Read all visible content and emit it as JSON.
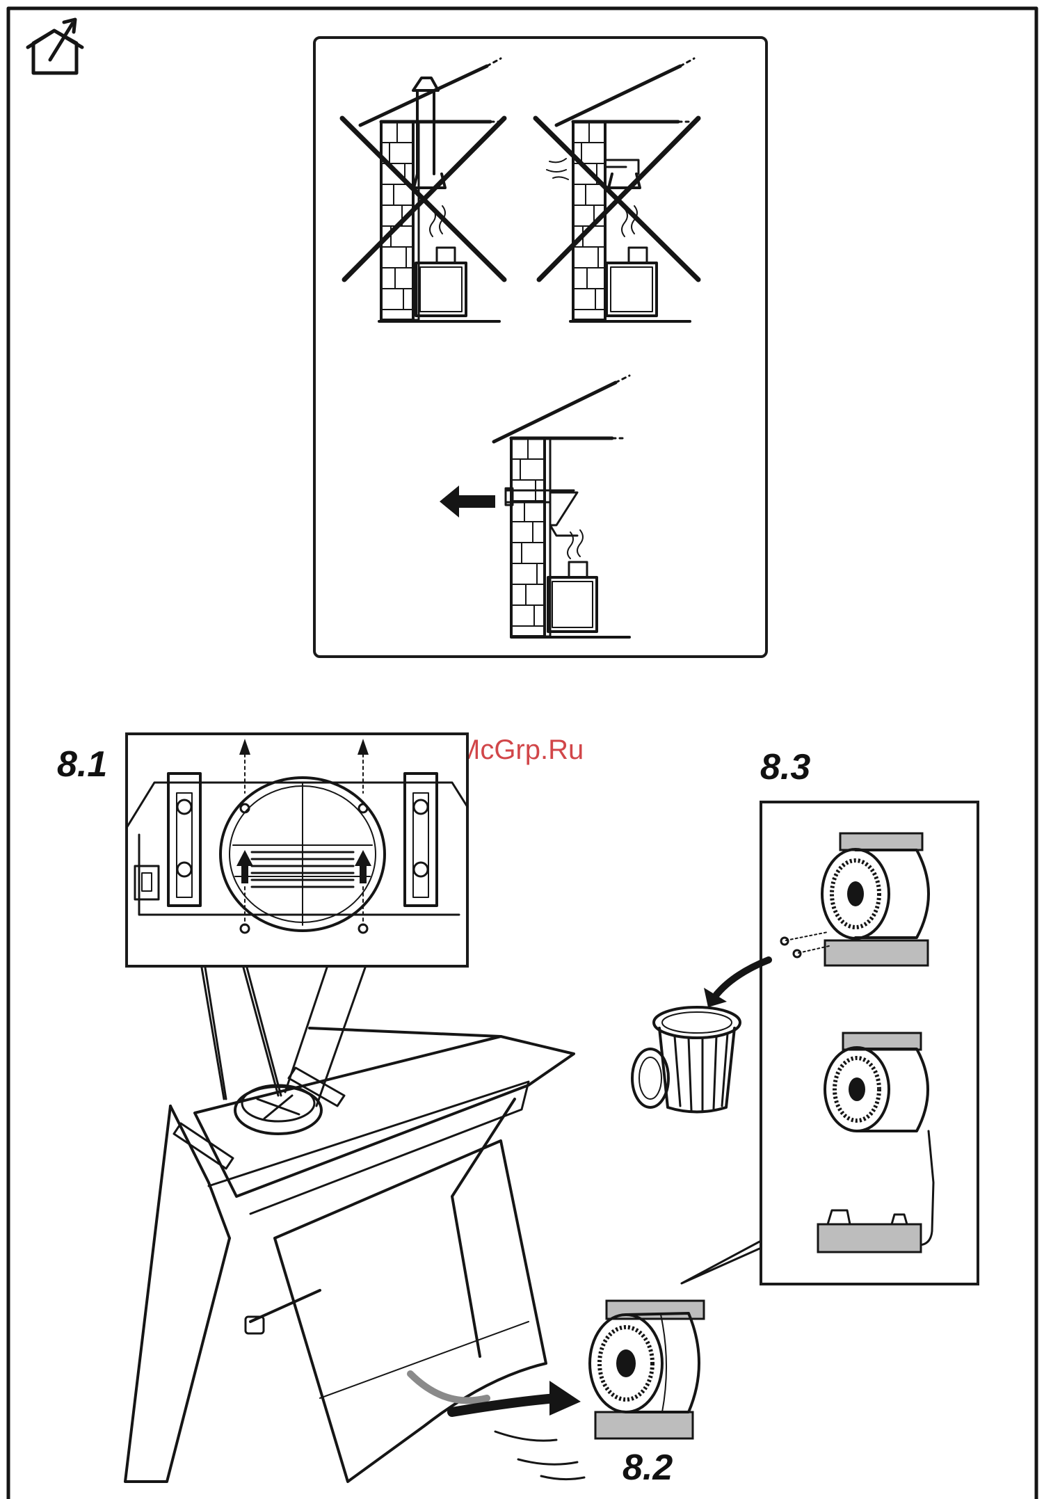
{
  "steps": {
    "s1": "8.1",
    "s2": "8.2",
    "s3": "8.3"
  },
  "watermark": "McGrp.Ru",
  "icons": {
    "house": "house-with-outgoing-arrow-icon",
    "cross": "cross-out-x-icon",
    "arrow": "arrow-left-icon",
    "bin": "trash-bin-icon"
  },
  "colors": {
    "ink": "#151515",
    "gray": "#8a8a8a",
    "light_gray": "#bdbdbd",
    "watermark": "#c9262a"
  }
}
